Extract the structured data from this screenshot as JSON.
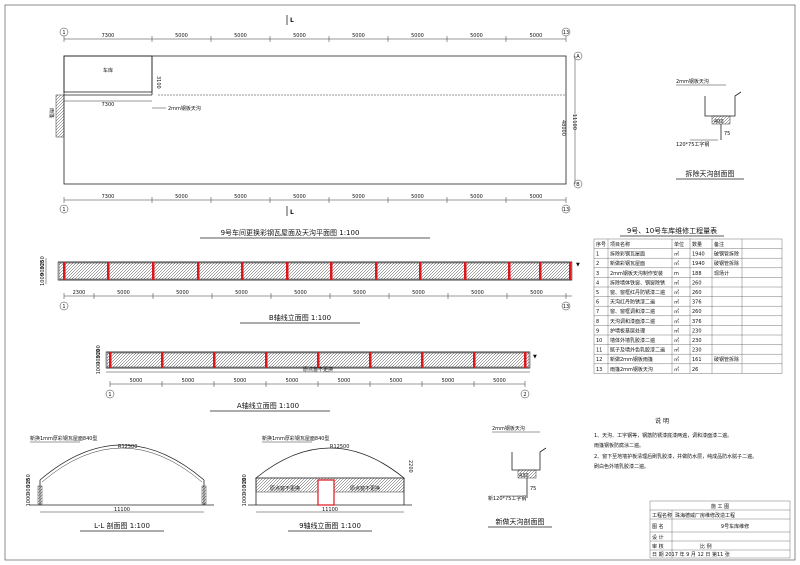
{
  "plan": {
    "title": "9号车间更换彩钢瓦屋面及天沟平面图 1:100",
    "section_mark": "L",
    "axis_left": "1",
    "axis_right": "13",
    "axis_top": "A",
    "axis_bottom": "B",
    "top_dims": [
      "7300",
      "5000",
      "5000",
      "5000",
      "5000",
      "5000",
      "5000",
      "5000"
    ],
    "bottom_dims": [
      "7300",
      "5000",
      "5000",
      "5000",
      "5000",
      "5000",
      "5000",
      "5000"
    ],
    "inner_dim": "7300",
    "height_small": "3100",
    "height_total": "11100",
    "length": "48000",
    "room_label": "车库",
    "gutter_note": "2mm钢板天沟",
    "side_label": "雨篷"
  },
  "elev_b": {
    "title": "B轴线立面图 1:100",
    "axis_left": "1",
    "axis_right": "13",
    "dims": [
      "2300",
      "5000",
      "5000",
      "5000",
      "5000",
      "5000",
      "5000",
      "5000",
      "5000"
    ],
    "heights": [
      "1000",
      "900",
      "300",
      "250"
    ]
  },
  "elev_a": {
    "title": "A轴线立面图 1:100",
    "axis_left": "1",
    "axis_right": "2",
    "dims": [
      "5000",
      "5000",
      "5000",
      "5000",
      "5000",
      "5000",
      "5000",
      "5000"
    ],
    "window_note": "原点窗不更换",
    "heights": [
      "1000",
      "900",
      "300",
      "200"
    ]
  },
  "section_ll": {
    "title": "L-L 剖面图 1:100",
    "roof_note": "新换1mm厚彩钢瓦屋面840型",
    "radius": "R12500",
    "width": "11100",
    "heights": [
      "1000",
      "900",
      "300",
      "250"
    ]
  },
  "elev_9": {
    "title": "9轴线立面图 1:100",
    "roof_note": "新换1mm厚彩钢瓦屋面840型",
    "radius": "R12500",
    "width": "11100",
    "window_left": "原点窗不更换",
    "window_right": "原点窗不更换",
    "heights": [
      "1000",
      "900",
      "300",
      "200",
      "2200"
    ]
  },
  "gutter_top": {
    "title": "拆除天沟剖面图",
    "note": "2mm钢板天沟",
    "beam": "120*75工字钢",
    "dims": [
      "400",
      "75"
    ]
  },
  "gutter_new": {
    "title": "新做天沟剖面图",
    "note": "2mm钢板天沟",
    "beam": "新120*75工字钢",
    "dims": [
      "430",
      "75"
    ]
  },
  "table": {
    "title": "9号、10号车库维修工程量表",
    "headers": [
      "序号",
      "项目名称",
      "单位",
      "数量",
      "备注"
    ],
    "rows": [
      {
        "no": "1",
        "name": "拆除彩钢瓦屋面",
        "unit": "㎡",
        "qty": "1940",
        "note": "破钢管拆除"
      },
      {
        "no": "2",
        "name": "新做彩钢瓦屋面",
        "unit": "㎡",
        "qty": "1940",
        "note": "破钢管拆除"
      },
      {
        "no": "3",
        "name": "2mm钢板天沟制作安装",
        "unit": "m",
        "qty": "188",
        "note": "现场计"
      },
      {
        "no": "4",
        "name": "拆除墙体铁窗、钢窗除锈",
        "unit": "㎡",
        "qty": "260",
        "note": ""
      },
      {
        "no": "5",
        "name": "窗、窗框红丹防锈漆二遍",
        "unit": "㎡",
        "qty": "260",
        "note": ""
      },
      {
        "no": "6",
        "name": "天沟红丹防锈漆二遍",
        "unit": "㎡",
        "qty": "376",
        "note": ""
      },
      {
        "no": "7",
        "name": "窗、窗框调和漆二遍",
        "unit": "㎡",
        "qty": "260",
        "note": ""
      },
      {
        "no": "8",
        "name": "天沟调和漆面漆二遍",
        "unit": "㎡",
        "qty": "376",
        "note": ""
      },
      {
        "no": "9",
        "name": "护墙板基层处理",
        "unit": "㎡",
        "qty": "230",
        "note": ""
      },
      {
        "no": "10",
        "name": "墙体外墙乳胶漆二遍",
        "unit": "㎡",
        "qty": "230",
        "note": ""
      },
      {
        "no": "11",
        "name": "腻子及墙外色乳胶漆二遍",
        "unit": "㎡",
        "qty": "230",
        "note": ""
      },
      {
        "no": "12",
        "name": "新做2mm钢板雨篷",
        "unit": "㎡",
        "qty": "161",
        "note": "破钢管拆除"
      },
      {
        "no": "13",
        "name": "雨篷2mm钢板天沟",
        "unit": "㎡",
        "qty": "26",
        "note": ""
      }
    ]
  },
  "notes": {
    "title": "说 明",
    "lines": [
      "1、天沟、工字钢等，钢筋防锈漆底漆两遍，调和漆面漆二遍。",
      "   雨篷钢板防腐涂二遍。",
      "2、窗下至地墙护板清理后刷乳胶漆，并做防水层，纯成品防水腻子二遍。",
      "   刷白色外墙乳胶漆二遍。"
    ]
  },
  "title_block": {
    "header": "施 工 图",
    "project_label": "工程名称",
    "project_name": "珠海德威厂房维修改造工程",
    "drawing_label": "图 名",
    "drawing_name": "9号车库维修",
    "design_label": "设 计",
    "check_label": "审 核",
    "scale_label": "比 例",
    "date_line": "日 期  2017 年  9 月 12 日  第11 张"
  }
}
